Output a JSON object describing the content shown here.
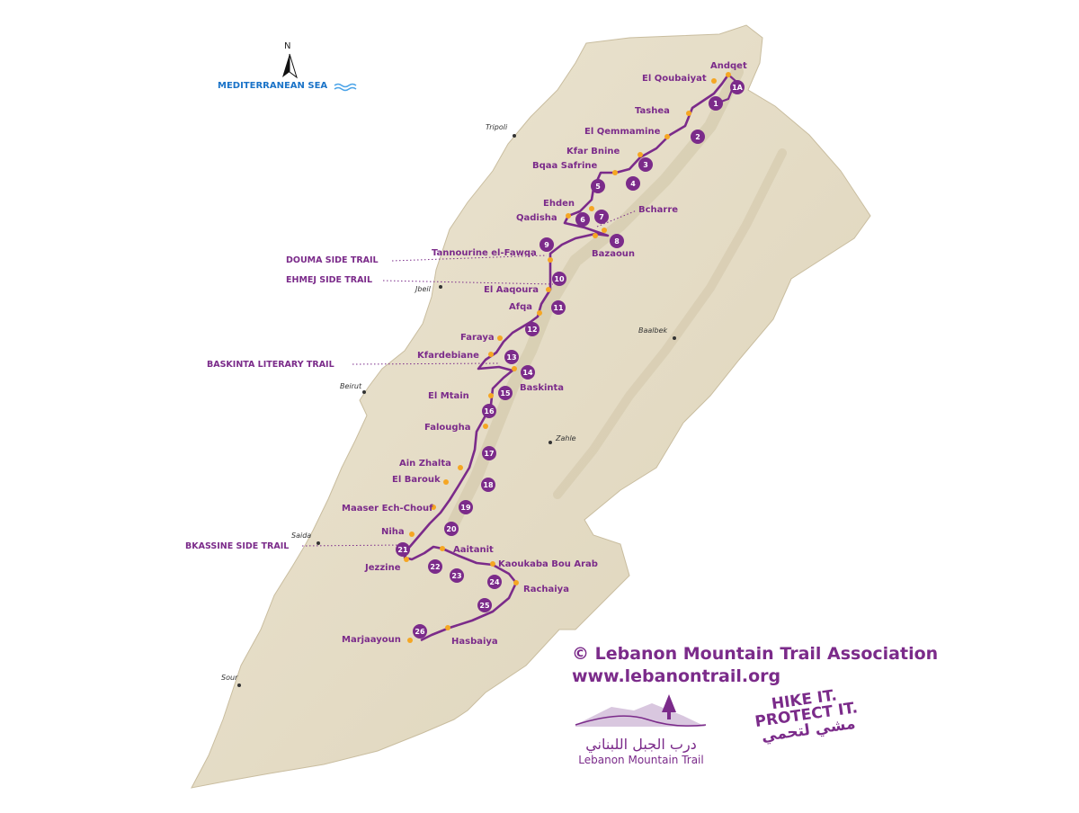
{
  "map": {
    "north_label": "N",
    "sea_label": "MEDITERRANEAN SEA",
    "colors": {
      "trail": "#7b2b8a",
      "point": "#f5a623",
      "land": "#e9e1cc",
      "sea_text": "#1a73c8"
    },
    "towns": {
      "andqet": "Andqet",
      "el_qoubaiyat": "El Qoubaiyat",
      "tashea": "Tashea",
      "el_qemmamine": "El Qemmamine",
      "kfar_bnine": "Kfar Bnine",
      "bqaa_safrine": "Bqaa Safrine",
      "ehden": "Ehden",
      "qadisha": "Qadisha",
      "bcharre": "Bcharre",
      "tannourine": "Tannourine el-Fawqa",
      "bazaoun": "Bazaoun",
      "el_aaqoura": "El Aaqoura",
      "afqa": "Afqa",
      "faraya": "Faraya",
      "kfardebiane": "Kfardebiane",
      "baskinta": "Baskinta",
      "el_mtain": "El Mtain",
      "falougha": "Falougha",
      "ain_zhalta": "Ain Zhalta",
      "el_barouk": "El Barouk",
      "maaser": "Maaser Ech-Chouf",
      "niha": "Niha",
      "aaitanit": "Aaitanit",
      "jezzine": "Jezzine",
      "kaoukaba": "Kaoukaba Bou Arab",
      "rachaiya": "Rachaiya",
      "hasbaiya": "Hasbaiya",
      "marjaayoun": "Marjaayoun"
    },
    "cities": {
      "tripoli": "Tripoli",
      "jbeil": "Jbeil",
      "baalbek": "Baalbek",
      "beirut": "Beirut",
      "zahle": "Zahle",
      "saida": "Saida",
      "sour": "Sour"
    },
    "side_trails": {
      "douma": "DOUMA SIDE TRAIL",
      "ehmej": "EHMEJ SIDE TRAIL",
      "baskinta": "BASKINTA LITERARY TRAIL",
      "bkassine": "BKASSINE SIDE TRAIL"
    },
    "segments": [
      "1",
      "1A",
      "2",
      "3",
      "4",
      "5",
      "6",
      "7",
      "8",
      "9",
      "10",
      "11",
      "12",
      "13",
      "14",
      "15",
      "16",
      "17",
      "18",
      "19",
      "20",
      "21",
      "22",
      "23",
      "24",
      "25",
      "26"
    ]
  },
  "credits": {
    "copyright": "© Lebanon Mountain Trail Association",
    "website": "www.lebanontrail.org"
  },
  "logo": {
    "arabic": "درب الجبل اللبناني",
    "english": "Lebanon Mountain Trail"
  },
  "slogan": {
    "line1": "HIKE IT.",
    "line2": "PROTECT IT.",
    "line3": "مشي لتحمي"
  }
}
